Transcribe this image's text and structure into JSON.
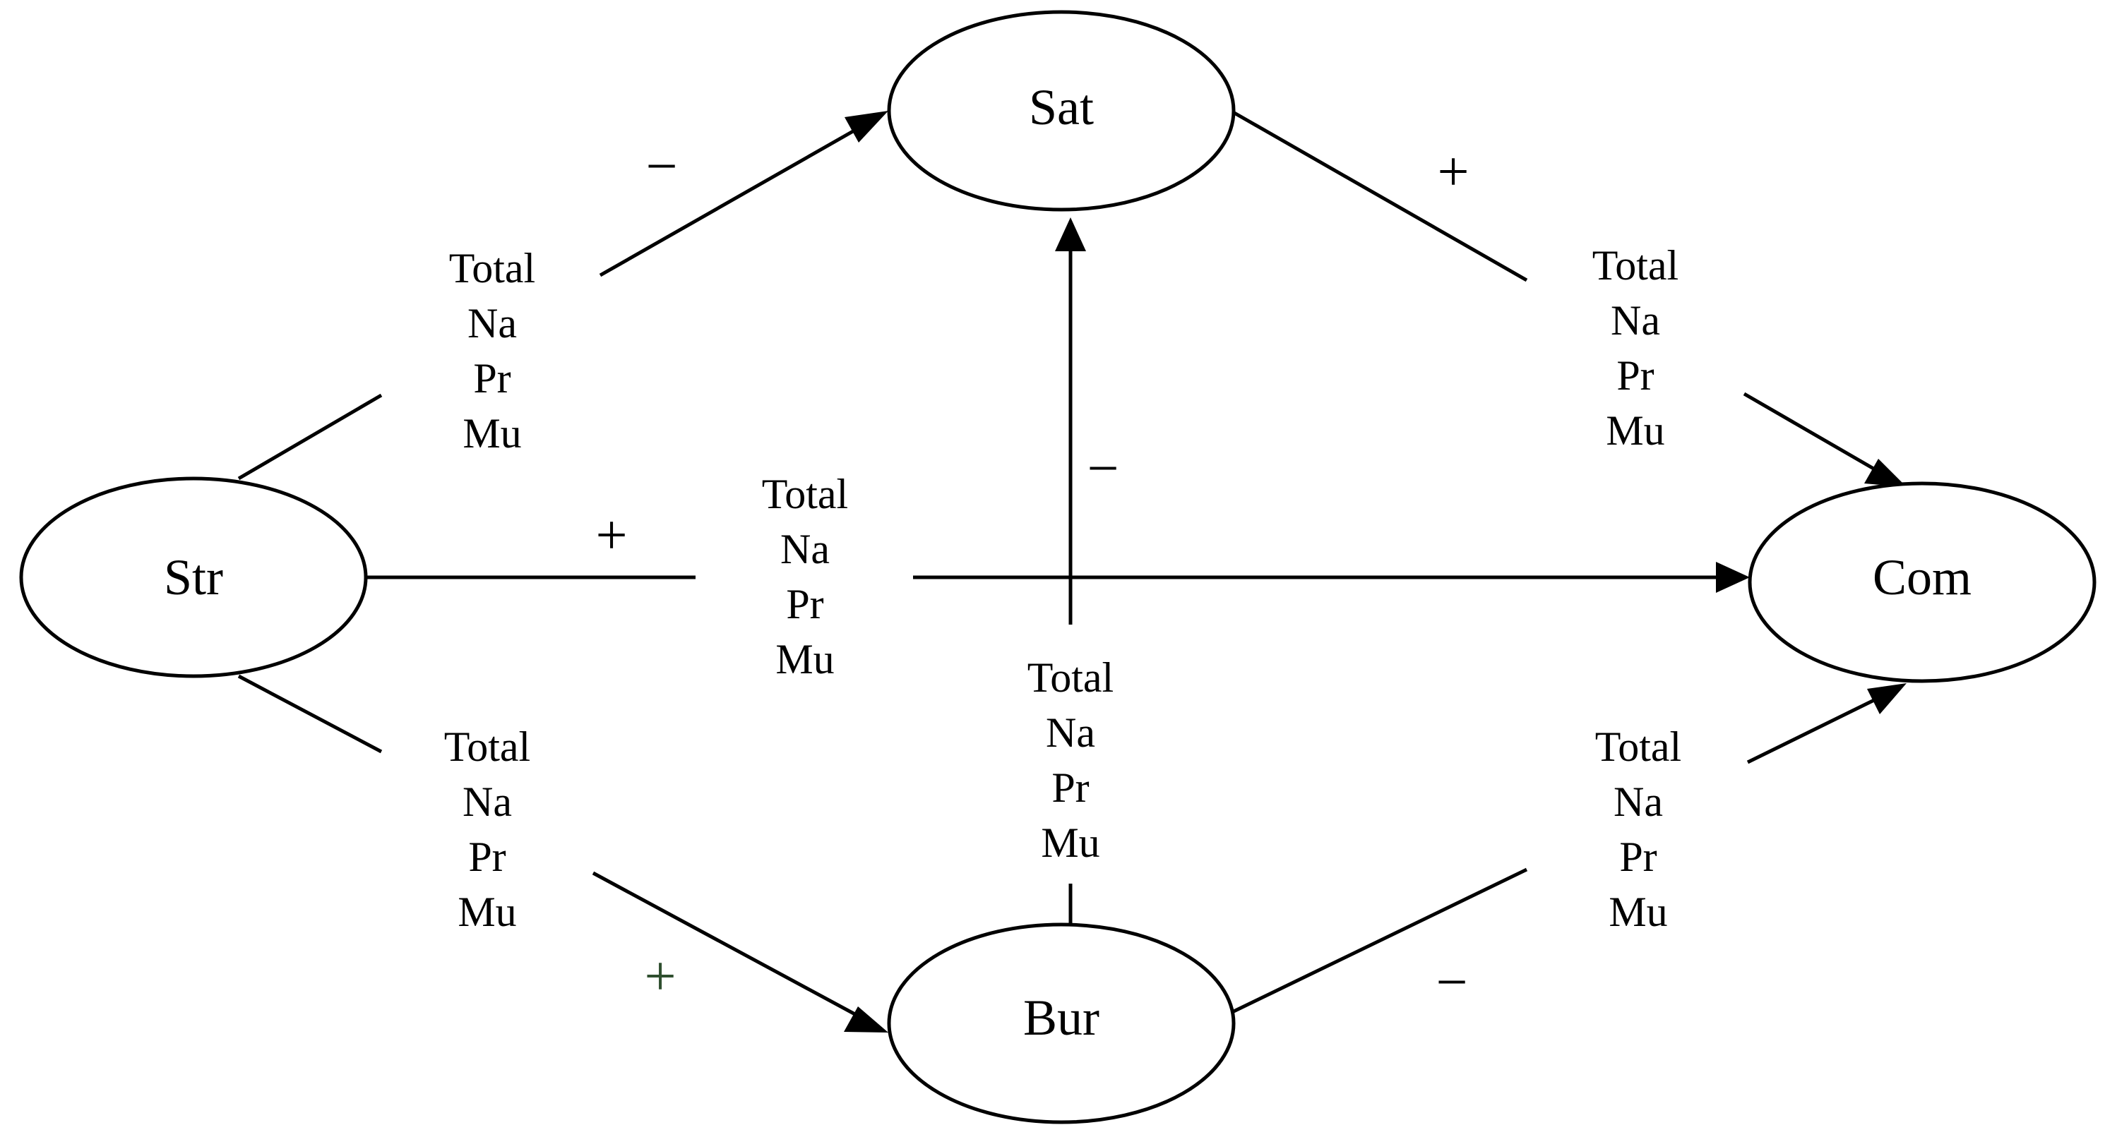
{
  "nodes": {
    "str": "Str",
    "sat": "Sat",
    "bur": "Bur",
    "com": "Com"
  },
  "path_label_lines": [
    "Total",
    "Na",
    "Pr",
    "Mu"
  ],
  "signs": {
    "str_sat": "−",
    "sat_com": "+",
    "str_com": "+",
    "bur_sat": "−",
    "str_bur": "+",
    "bur_com": "−"
  },
  "colors": {
    "stroke": "#000000",
    "plus_sign_tint": "#2f4f2f"
  }
}
